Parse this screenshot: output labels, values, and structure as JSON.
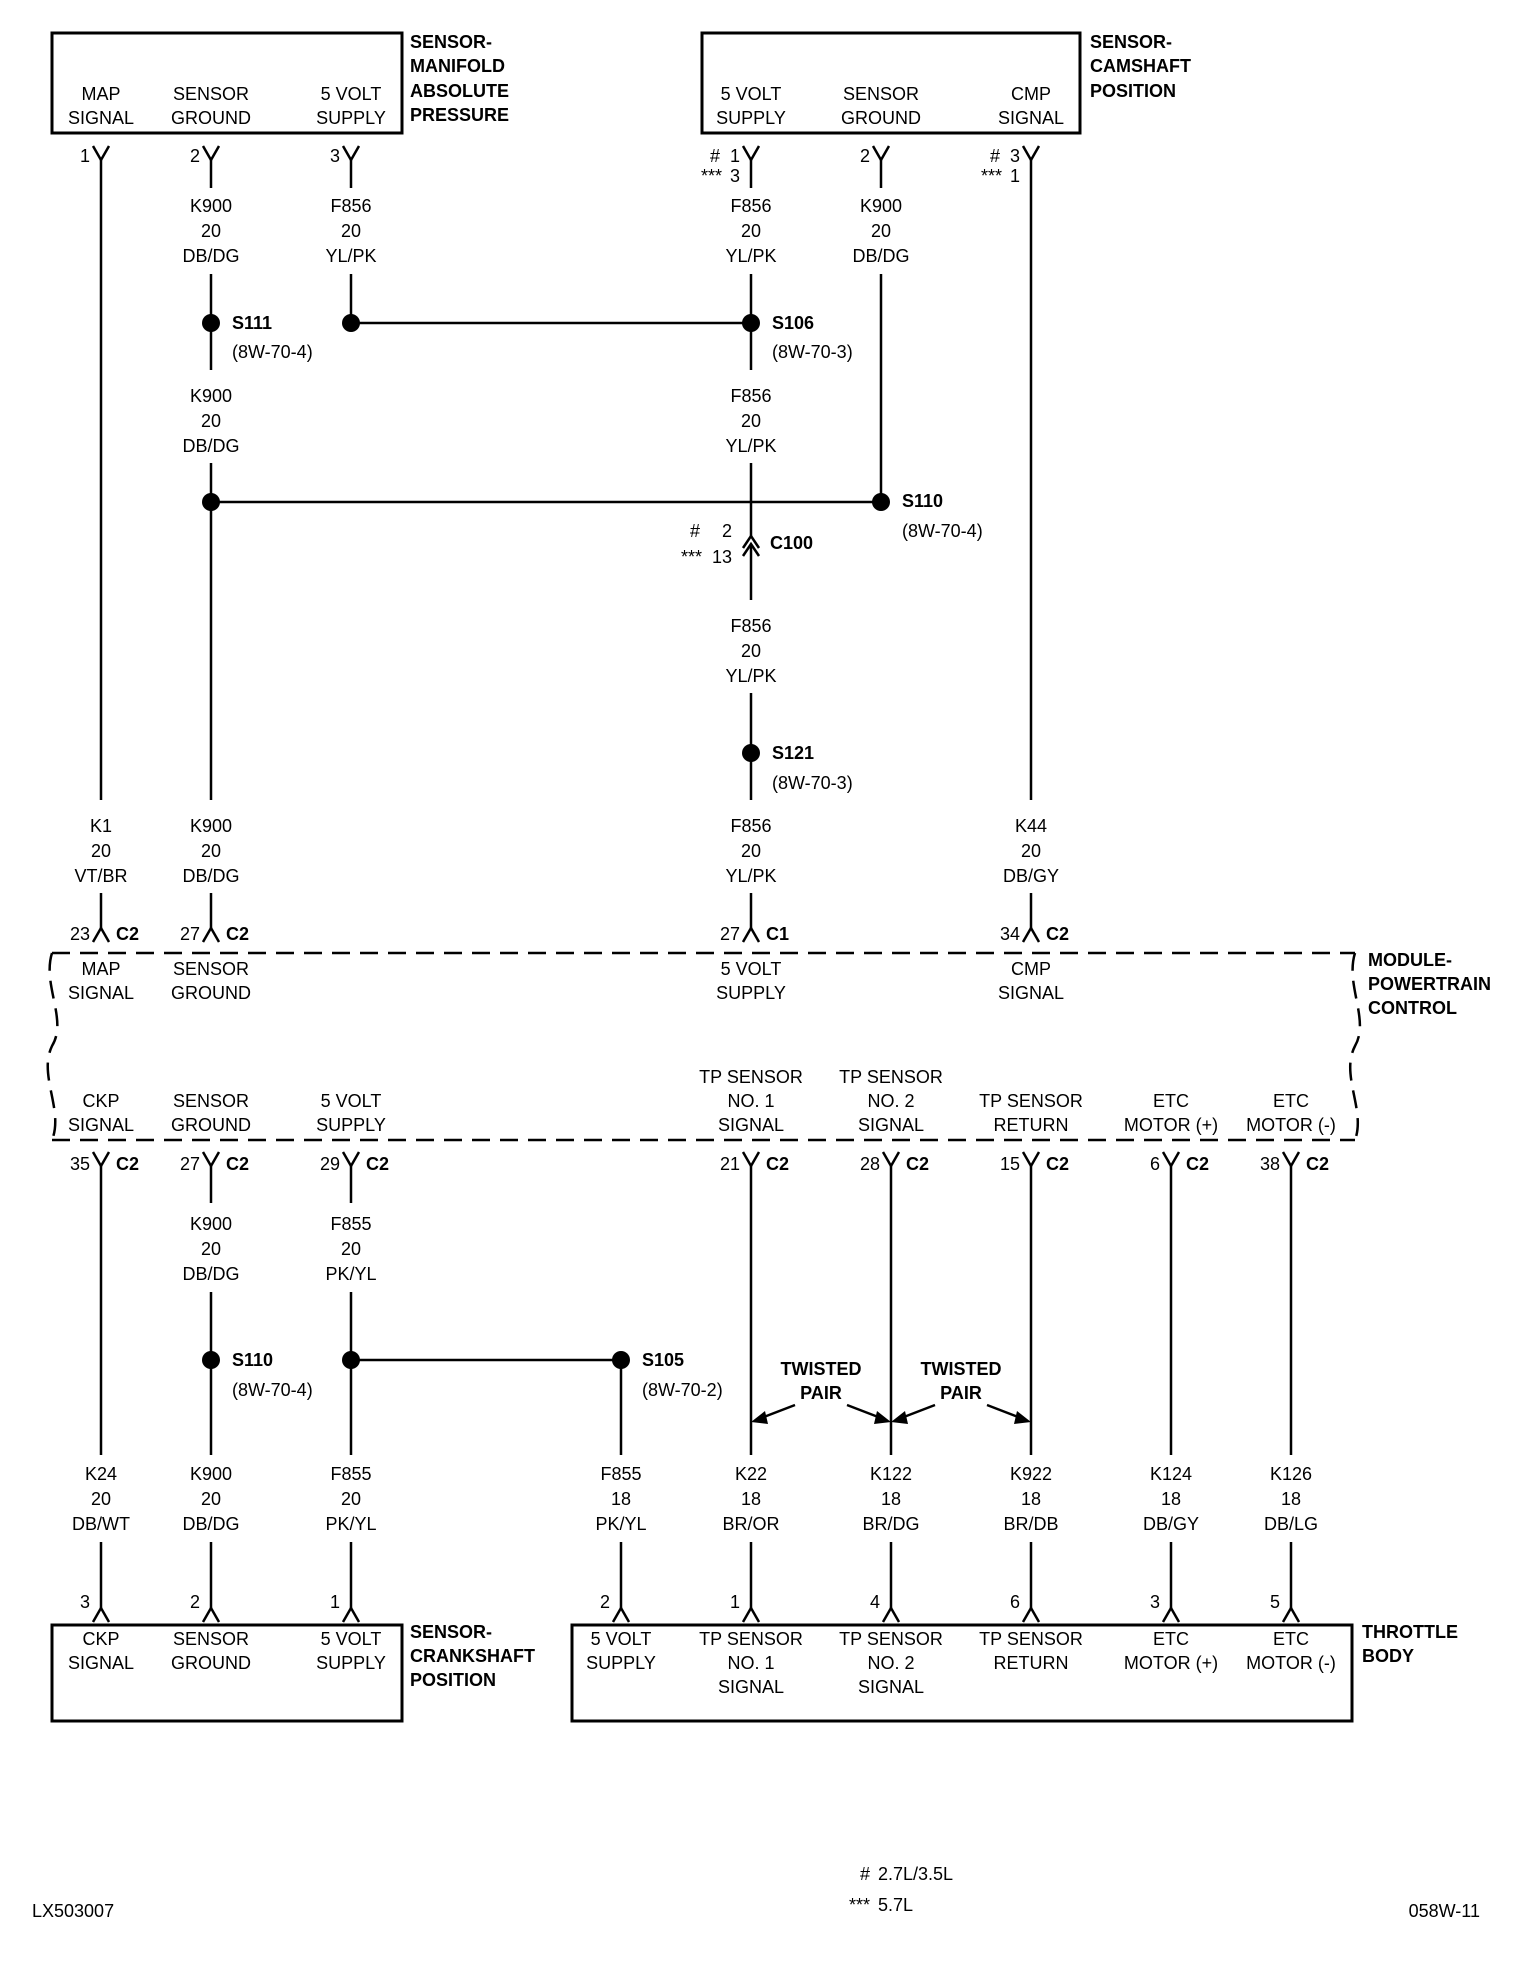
{
  "map_sensor": {
    "title": [
      "SENSOR-",
      "MANIFOLD",
      "ABSOLUTE",
      "PRESSURE"
    ],
    "pins": [
      {
        "pin": "1",
        "label": [
          "MAP",
          "SIGNAL"
        ]
      },
      {
        "pin": "2",
        "label": [
          "SENSOR",
          "GROUND"
        ]
      },
      {
        "pin": "3",
        "label": [
          "5 VOLT",
          "SUPPLY"
        ]
      }
    ]
  },
  "cmp_sensor": {
    "title": [
      "SENSOR-",
      "CAMSHAFT",
      "POSITION"
    ],
    "pins": [
      {
        "pin": "1",
        "alt": "3",
        "label": [
          "5 VOLT",
          "SUPPLY"
        ]
      },
      {
        "pin": "2",
        "label": [
          "SENSOR",
          "GROUND"
        ]
      },
      {
        "pin": "3",
        "alt": "1",
        "label": [
          "CMP",
          "SIGNAL"
        ]
      }
    ]
  },
  "pcm": {
    "title": [
      "MODULE-",
      "POWERTRAIN",
      "CONTROL"
    ],
    "top_pins": [
      {
        "pin": "23",
        "conn": "C2",
        "label": [
          "MAP",
          "SIGNAL"
        ]
      },
      {
        "pin": "27",
        "conn": "C2",
        "label": [
          "SENSOR",
          "GROUND"
        ]
      },
      {
        "pin": "27",
        "conn": "C1",
        "label": [
          "5 VOLT",
          "SUPPLY"
        ]
      },
      {
        "pin": "34",
        "conn": "C2",
        "label": [
          "CMP",
          "SIGNAL"
        ]
      }
    ],
    "bottom_pins": [
      {
        "pin": "35",
        "conn": "C2",
        "label": [
          "CKP",
          "SIGNAL"
        ]
      },
      {
        "pin": "27",
        "conn": "C2",
        "label": [
          "SENSOR",
          "GROUND"
        ]
      },
      {
        "pin": "29",
        "conn": "C2",
        "label": [
          "5 VOLT",
          "SUPPLY"
        ]
      },
      {
        "pin": "21",
        "conn": "C2",
        "label": [
          "TP SENSOR",
          "NO. 1",
          "SIGNAL"
        ]
      },
      {
        "pin": "28",
        "conn": "C2",
        "label": [
          "TP SENSOR",
          "NO. 2",
          "SIGNAL"
        ]
      },
      {
        "pin": "15",
        "conn": "C2",
        "label": [
          "TP SENSOR",
          "RETURN"
        ]
      },
      {
        "pin": "6",
        "conn": "C2",
        "label": [
          "ETC",
          "MOTOR (+)"
        ]
      },
      {
        "pin": "38",
        "conn": "C2",
        "label": [
          "ETC",
          "MOTOR (-)"
        ]
      }
    ]
  },
  "ckp_sensor": {
    "title": [
      "SENSOR-",
      "CRANKSHAFT",
      "POSITION"
    ],
    "pins": [
      {
        "pin": "3",
        "label": [
          "CKP",
          "SIGNAL"
        ]
      },
      {
        "pin": "2",
        "label": [
          "SENSOR",
          "GROUND"
        ]
      },
      {
        "pin": "1",
        "label": [
          "5 VOLT",
          "SUPPLY"
        ]
      }
    ]
  },
  "throttle_body": {
    "title": [
      "THROTTLE",
      "BODY"
    ],
    "pins": [
      {
        "pin": "2",
        "label": [
          "5 VOLT",
          "SUPPLY"
        ]
      },
      {
        "pin": "1",
        "label": [
          "TP SENSOR",
          "NO. 1",
          "SIGNAL"
        ]
      },
      {
        "pin": "4",
        "label": [
          "TP SENSOR",
          "NO. 2",
          "SIGNAL"
        ]
      },
      {
        "pin": "6",
        "label": [
          "TP SENSOR",
          "RETURN"
        ]
      },
      {
        "pin": "3",
        "label": [
          "ETC",
          "MOTOR (+)"
        ]
      },
      {
        "pin": "5",
        "label": [
          "ETC",
          "MOTOR (-)"
        ]
      }
    ]
  },
  "wires": {
    "map_sig": [
      "K1",
      "20",
      "VT/BR"
    ],
    "map_gnd_top": [
      "K900",
      "20",
      "DB/DG"
    ],
    "map_gnd_mid": [
      "K900",
      "20",
      "DB/DG"
    ],
    "map_gnd_bot": [
      "K900",
      "20",
      "DB/DG"
    ],
    "map_5v": [
      "F856",
      "20",
      "YL/PK"
    ],
    "cmp_5v_top": [
      "F856",
      "20",
      "YL/PK"
    ],
    "cmp_5v_mid": [
      "F856",
      "20",
      "YL/PK"
    ],
    "cmp_5v_low": [
      "F856",
      "20",
      "YL/PK"
    ],
    "cmp_5v_bot": [
      "F856",
      "20",
      "YL/PK"
    ],
    "cmp_gnd": [
      "K900",
      "20",
      "DB/DG"
    ],
    "cmp_sig": [
      "K44",
      "20",
      "DB/GY"
    ],
    "ckp_gnd_top": [
      "K900",
      "20",
      "DB/DG"
    ],
    "ckp_5v_top": [
      "F855",
      "20",
      "PK/YL"
    ],
    "ckp_sig": [
      "K24",
      "20",
      "DB/WT"
    ],
    "ckp_gnd_bot": [
      "K900",
      "20",
      "DB/DG"
    ],
    "ckp_5v_bot": [
      "F855",
      "20",
      "PK/YL"
    ],
    "tb_5v": [
      "F855",
      "18",
      "PK/YL"
    ],
    "tp1": [
      "K22",
      "18",
      "BR/OR"
    ],
    "tp2": [
      "K122",
      "18",
      "BR/DG"
    ],
    "tpret": [
      "K922",
      "18",
      "BR/DB"
    ],
    "etc_pos": [
      "K124",
      "18",
      "DB/GY"
    ],
    "etc_neg": [
      "K126",
      "18",
      "DB/LG"
    ]
  },
  "splices": {
    "s111": {
      "name": "S111",
      "ref": "(8W-70-4)"
    },
    "s106": {
      "name": "S106",
      "ref": "(8W-70-3)"
    },
    "s110_top": {
      "name": "S110",
      "ref": "(8W-70-4)"
    },
    "s121": {
      "name": "S121",
      "ref": "(8W-70-3)"
    },
    "s110_bot": {
      "name": "S110",
      "ref": "(8W-70-4)"
    },
    "s105": {
      "name": "S105",
      "ref": "(8W-70-2)"
    }
  },
  "c100": {
    "name": "C100",
    "pin_a": "2",
    "pin_b": "13"
  },
  "twisted_pair": {
    "label_1": [
      "TWISTED",
      "PAIR"
    ],
    "label_2": [
      "TWISTED",
      "PAIR"
    ]
  },
  "legend": {
    "hash_symbol": "#",
    "stars_symbol": "***",
    "hash_text": "2.7L/3.5L",
    "stars_text": "5.7L"
  },
  "footer": {
    "left": "LX503007",
    "right": "058W-11"
  }
}
